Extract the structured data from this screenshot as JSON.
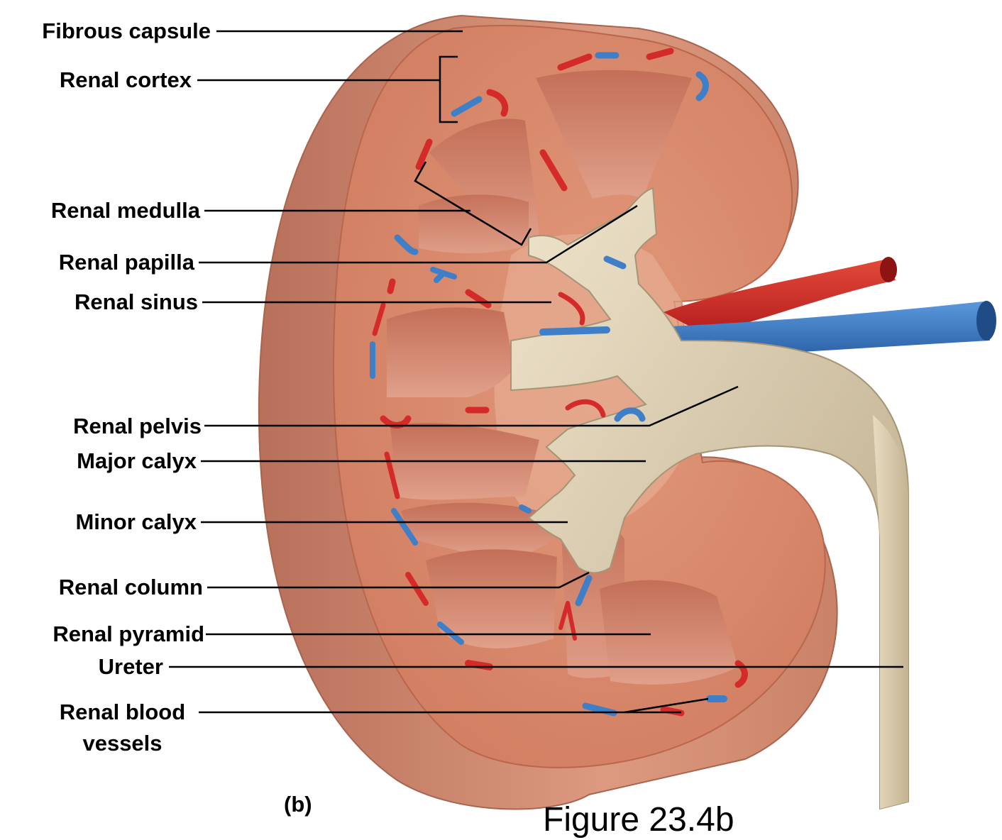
{
  "labels": {
    "fibrous_capsule": "Fibrous capsule",
    "renal_cortex": "Renal cortex",
    "renal_medulla": "Renal medulla",
    "renal_papilla": "Renal papilla",
    "renal_sinus": "Renal sinus",
    "renal_pelvis": "Renal pelvis",
    "major_calyx": "Major calyx",
    "minor_calyx": "Minor calyx",
    "renal_column": "Renal column",
    "renal_pyramid": "Renal pyramid",
    "ureter": "Ureter",
    "renal_blood_vessels_line1": "Renal blood",
    "renal_blood_vessels_line2": "vessels"
  },
  "panel_label": "(b)",
  "figure_caption": "Figure 23.4b",
  "colors": {
    "capsule": "#c9866a",
    "cortex": "#d98a6c",
    "pyramid": "#c9745c",
    "pelvis": "#d9ccb0",
    "artery": "#d42a2a",
    "vein": "#3f7fc8",
    "leader": "#000000"
  }
}
